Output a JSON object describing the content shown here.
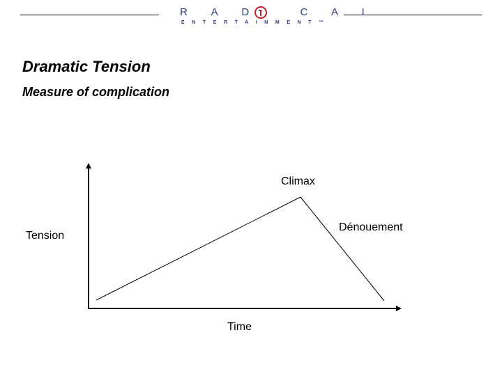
{
  "header": {
    "logo": {
      "name": "RADICAL",
      "sub": "ENTERTAINMENT™"
    }
  },
  "slide": {
    "title": "Dramatic Tension",
    "subtitle": "Measure of complication"
  },
  "diagram": {
    "y_axis_label": "Tension",
    "x_axis_label": "Time",
    "labels": {
      "climax": "Climax",
      "denouement": "Dénouement"
    }
  },
  "colors": {
    "logo_text": "#2d3e73",
    "logo_accent": "#c8202a",
    "lines": "#000000"
  }
}
